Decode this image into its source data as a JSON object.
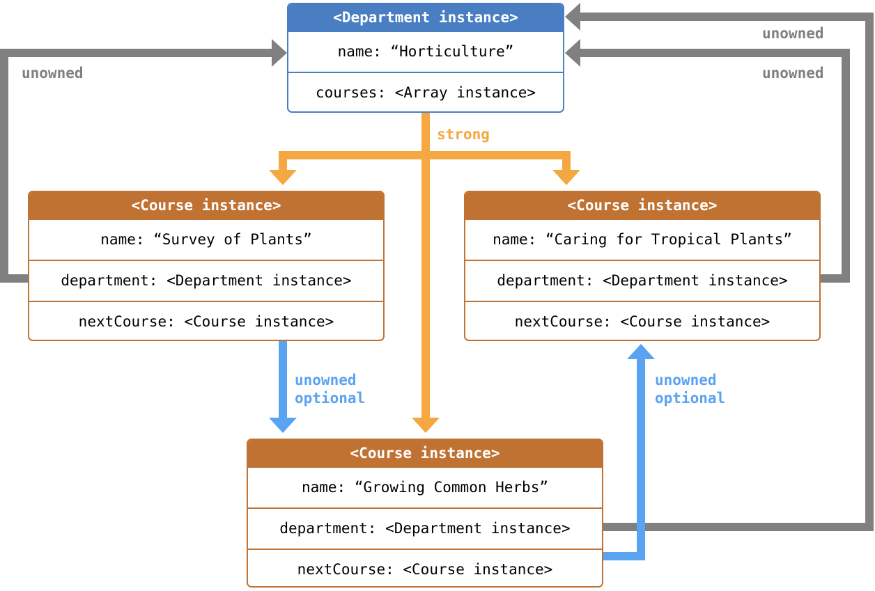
{
  "department": {
    "header": "<Department instance>",
    "fields": [
      "name: “Horticulture”",
      "courses: <Array instance>"
    ]
  },
  "courses": [
    {
      "header": "<Course instance>",
      "fields": [
        "name: “Survey of Plants”",
        "department: <Department instance>",
        "nextCourse: <Course instance>"
      ]
    },
    {
      "header": "<Course instance>",
      "fields": [
        "name: “Caring for Tropical Plants”",
        "department: <Department instance>",
        "nextCourse: <Course instance>"
      ]
    },
    {
      "header": "<Course instance>",
      "fields": [
        "name: “Growing Common Herbs”",
        "department: <Department instance>",
        "nextCourse: <Course instance>"
      ]
    }
  ],
  "labels": {
    "strong": "strong",
    "unowned_left": "unowned",
    "unowned_right_top": "unowned",
    "unowned_right_mid": "unowned",
    "unowned_optional_left": [
      "unowned",
      "optional"
    ],
    "unowned_optional_right": [
      "unowned",
      "optional"
    ]
  },
  "colors": {
    "department": "#4a7ec2",
    "course": "#c07232",
    "strong": "#f5a742",
    "unowned": "#808080",
    "unowned_optional": "#5aa3f0"
  }
}
